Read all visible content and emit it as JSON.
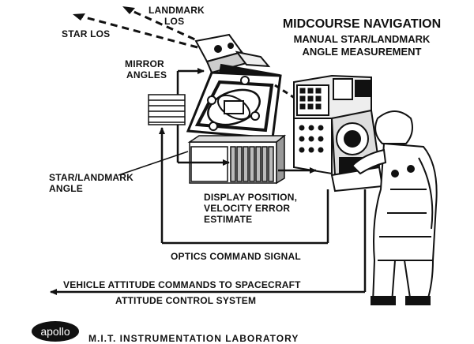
{
  "title": {
    "line1": "MIDCOURSE NAVIGATION",
    "line2": "MANUAL STAR/LANDMARK",
    "line3": "ANGLE MEASUREMENT"
  },
  "labels": {
    "star_los": "STAR LOS",
    "landmark_los_1": "LANDMARK",
    "landmark_los_2": "LOS",
    "mirror_angles_1": "MIRROR",
    "mirror_angles_2": "ANGLES",
    "star_landmark_angle_1": "STAR/LANDMARK",
    "star_landmark_angle_2": "ANGLE",
    "display_1": "DISPLAY POSITION,",
    "display_2": "VELOCITY ERROR",
    "display_3": "ESTIMATE",
    "optics_command": "OPTICS COMMAND SIGNAL",
    "vehicle_attitude_1": "VEHICLE ATTITUDE COMMANDS TO SPACECRAFT",
    "vehicle_attitude_2": "ATTITUDE CONTROL SYSTEM"
  },
  "logo": "apollo",
  "footer": "M.I.T. INSTRUMENTATION LABORATORY"
}
